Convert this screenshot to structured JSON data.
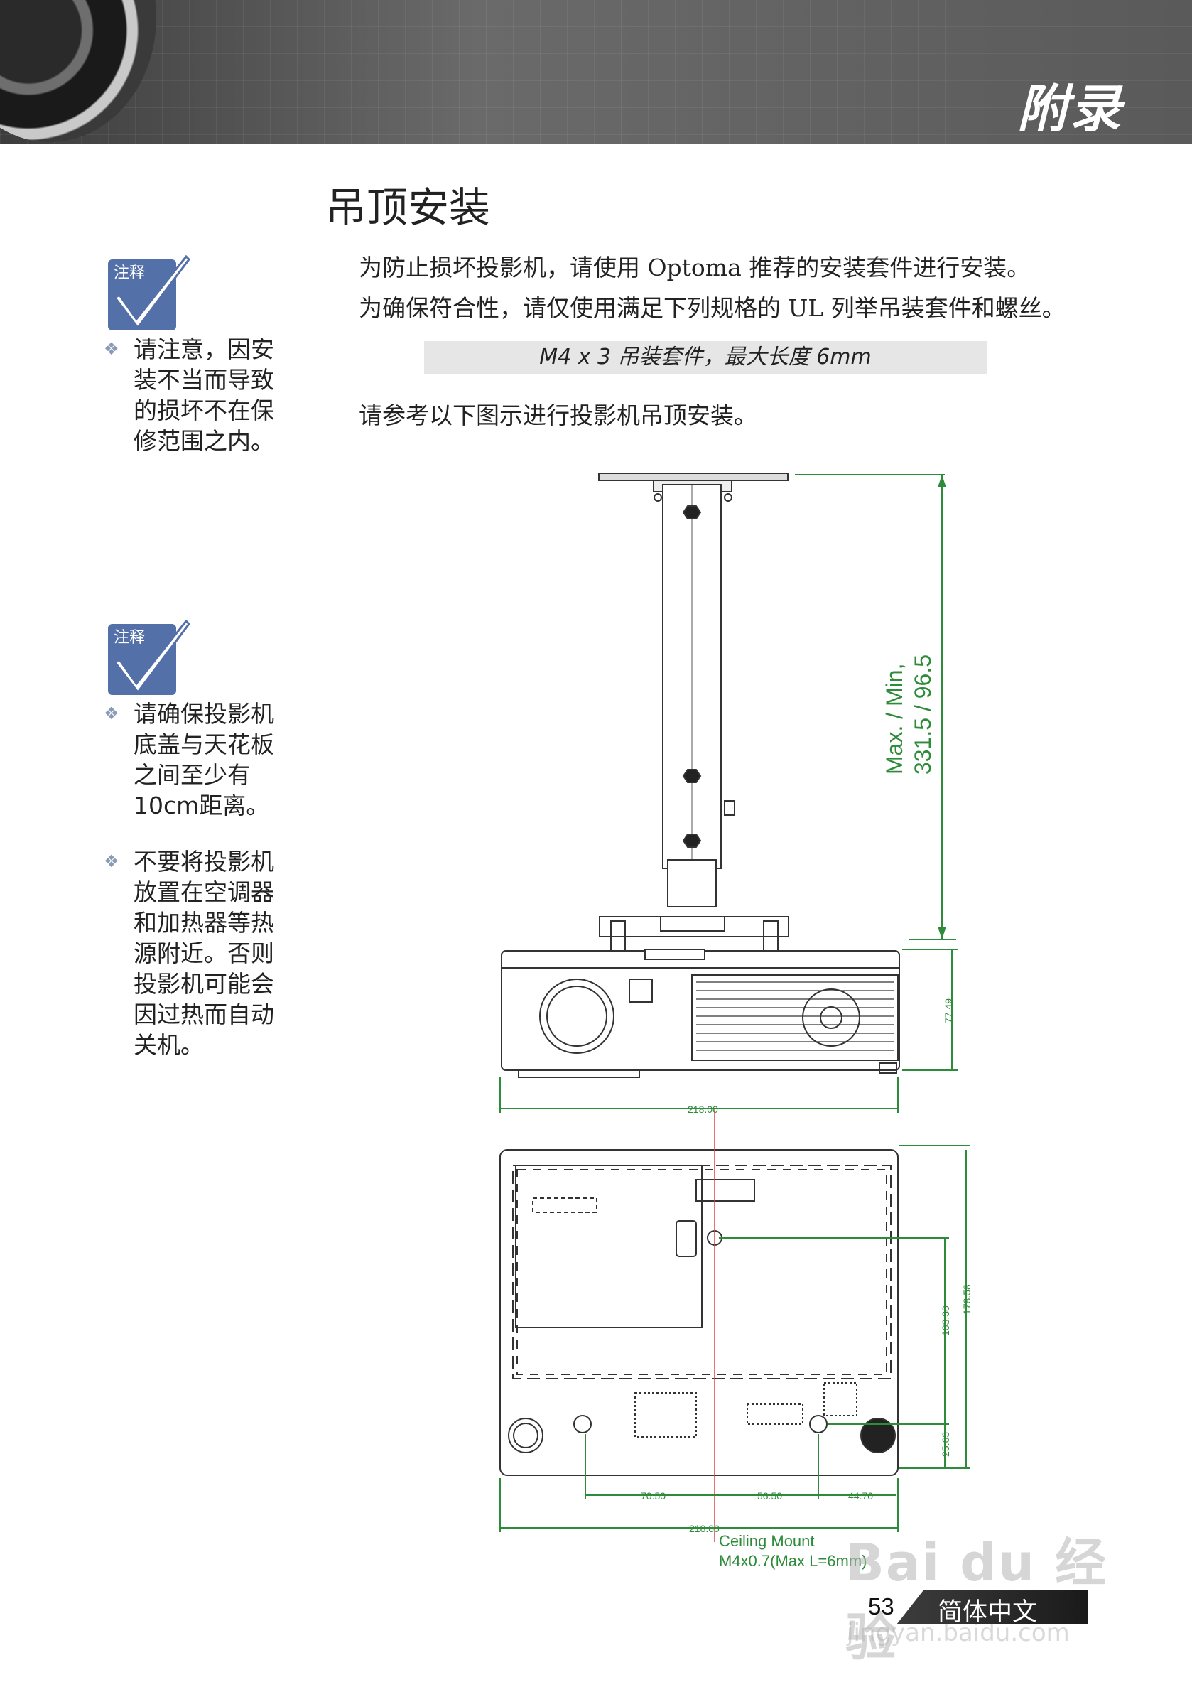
{
  "header": {
    "chapter_title": "附录"
  },
  "section_title": "吊顶安装",
  "intro": {
    "line1": "为防止损坏投影机，请使用 Optoma 推荐的安装套件进行安装。",
    "line2": "为确保符合性，请仅使用满足下列规格的 UL 列举吊装套件和螺丝。"
  },
  "spec_bar": "M4 x 3 吊装套件，最大长度 6mm",
  "instruction": "请参考以下图示进行投影机吊顶安装。",
  "notes": [
    {
      "icon_label": "注释",
      "items": [
        [
          "请注意，因安",
          "装不当而导致",
          "的损坏不在保",
          "修范围之内。"
        ]
      ]
    },
    {
      "icon_label": "注释",
      "items": [
        [
          "请确保投影机",
          "底盖与天花板",
          "之间至少有",
          "10cm距离。"
        ],
        [
          "不要将投影机",
          "放置在空调器",
          "和加热器等热",
          "源附近。否则",
          "投影机可能会",
          "因过热而自动",
          "关机。"
        ]
      ]
    }
  ],
  "diagram": {
    "mount_label_1": "Max. / Min,",
    "mount_label_2": "331.5 / 96.5",
    "side_height": "77.49",
    "side_width": "218.00",
    "bottom_width": "218.00",
    "bottom_h1": "178.58",
    "bottom_h2": "103.30",
    "bottom_h3": "25.63",
    "bottom_w1": "70.50",
    "bottom_w2": "56.50",
    "bottom_w3": "44.70",
    "ceiling_mount_1": "Ceiling Mount",
    "ceiling_mount_2": "M4x0.7(Max L=6mm)"
  },
  "footer": {
    "page_number": "53",
    "language": "简体中文"
  },
  "watermark": {
    "main": "Bai du 经验",
    "sub": "jingyan.baidu.com"
  },
  "colors": {
    "dimension_green": "#2e8b3a",
    "header_gray": "#5b5b5b",
    "note_blue": "#5470a8"
  }
}
